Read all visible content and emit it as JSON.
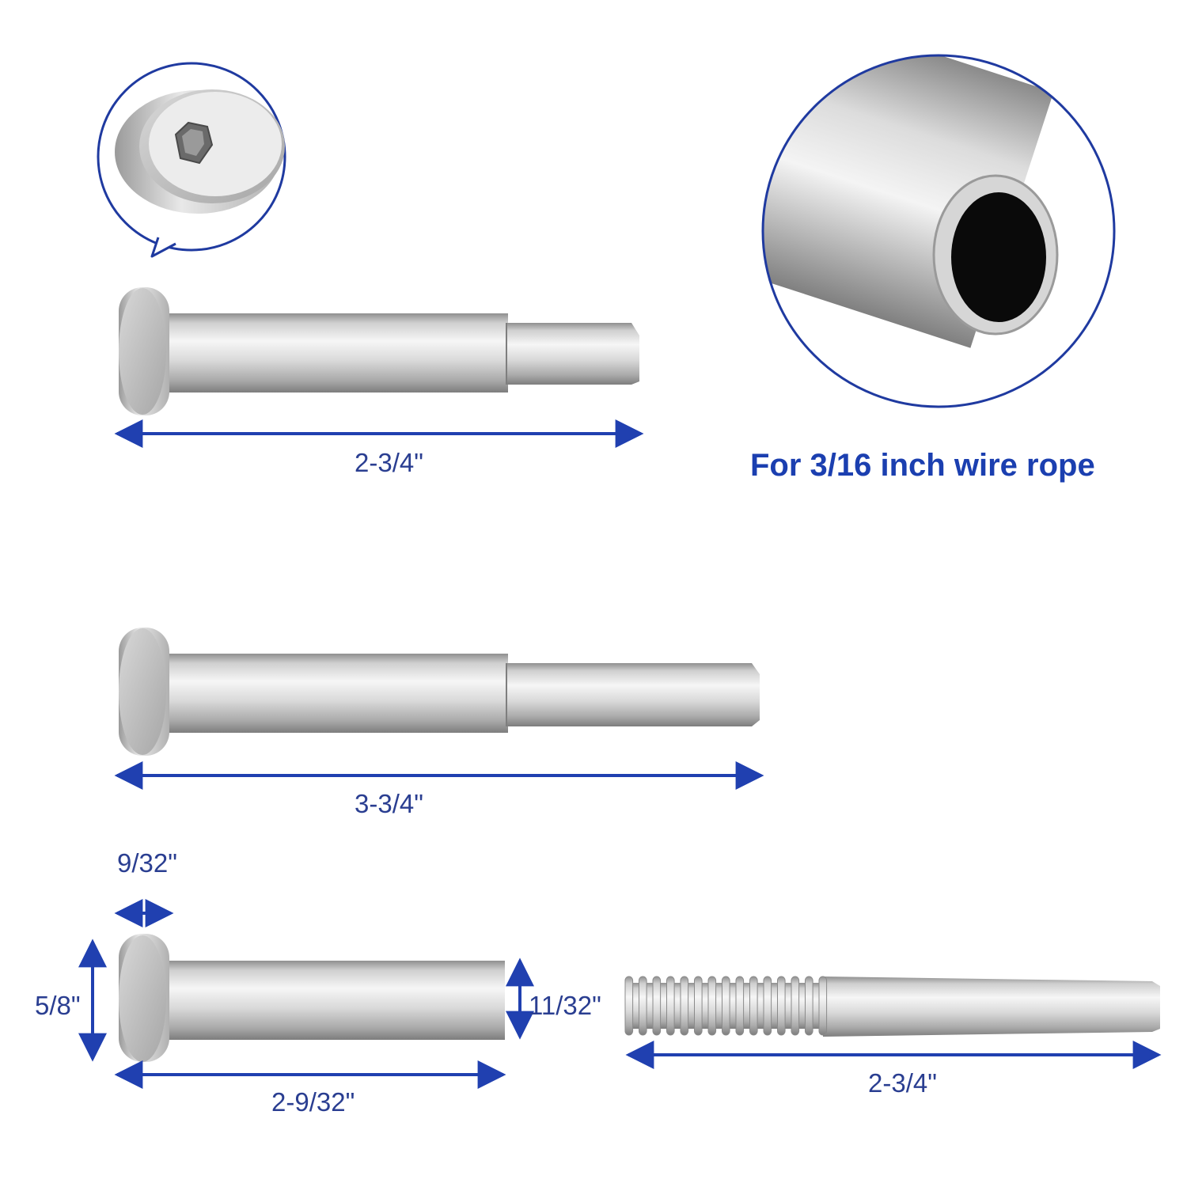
{
  "caption": "For 3/16 inch wire rope",
  "colors": {
    "accent": "#1b3fb0",
    "dimension_line": "#2040b0",
    "metal_light": "#f2f2f2",
    "metal_mid": "#c4c4c4",
    "metal_dark": "#8a8a8a"
  },
  "fittings": [
    {
      "name": "short-swage-stud",
      "length_label": "2-3/4\""
    },
    {
      "name": "long-swage-stud",
      "length_label": "3-3/4\""
    },
    {
      "name": "receiver-stud",
      "length_label": "2-9/32\"",
      "head_thickness_label": "9/32\"",
      "head_diameter_label": "5/8\"",
      "body_diameter_label": "11/32\""
    },
    {
      "name": "threaded-swage-stud",
      "length_label": "2-3/4\""
    }
  ],
  "icons": {
    "hex_socket_detail": "hex-socket-head-icon",
    "tube_end_detail": "hollow-tube-end-icon"
  }
}
